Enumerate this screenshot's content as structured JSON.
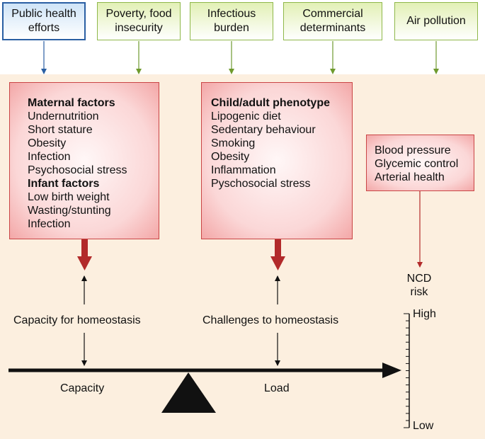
{
  "top_boxes": [
    {
      "label": "Public health efforts",
      "lines": [
        "Public health",
        "efforts"
      ]
    },
    {
      "label": "Poverty, food insecurity",
      "lines": [
        "Poverty, food",
        "insecurity"
      ]
    },
    {
      "label": "Infectious burden",
      "lines": [
        "Infectious",
        "burden"
      ]
    },
    {
      "label": "Commercial determinants",
      "lines": [
        "Commercial",
        "determinants"
      ]
    },
    {
      "label": "Air pollution",
      "lines": [
        "Air pollution"
      ]
    }
  ],
  "maternal_box": {
    "maternal_heading": "Maternal factors",
    "maternal_items": [
      "Undernutrition",
      "Short stature",
      "Obesity",
      "Infection",
      "Psychosocial stress"
    ],
    "infant_heading": "Infant factors",
    "infant_items": [
      "Low birth weight",
      "Wasting/stunting",
      "Infection"
    ]
  },
  "phenotype_box": {
    "heading": "Child/adult phenotype",
    "items": [
      "Lipogenic diet",
      "Sedentary behaviour",
      "Smoking",
      "Obesity",
      "Inflammation",
      "Pyschosocial stress"
    ]
  },
  "outcomes_box": {
    "items": [
      "Blood pressure",
      "Glycemic control",
      "Arterial health"
    ]
  },
  "ncd": {
    "line1": "NCD",
    "line2": "risk"
  },
  "capacity_label": "Capacity for homeostasis",
  "challenges_label": "Challenges to homeostasis",
  "capacity": "Capacity",
  "load": "Load",
  "scale": {
    "high": "High",
    "low": "Low"
  },
  "colors": {
    "blue_border": "#2a5fa3",
    "green_border": "#8fb84a",
    "pink_border": "#c94545",
    "thick_arrow": "#b22a2a",
    "background": "#fcefdf"
  }
}
